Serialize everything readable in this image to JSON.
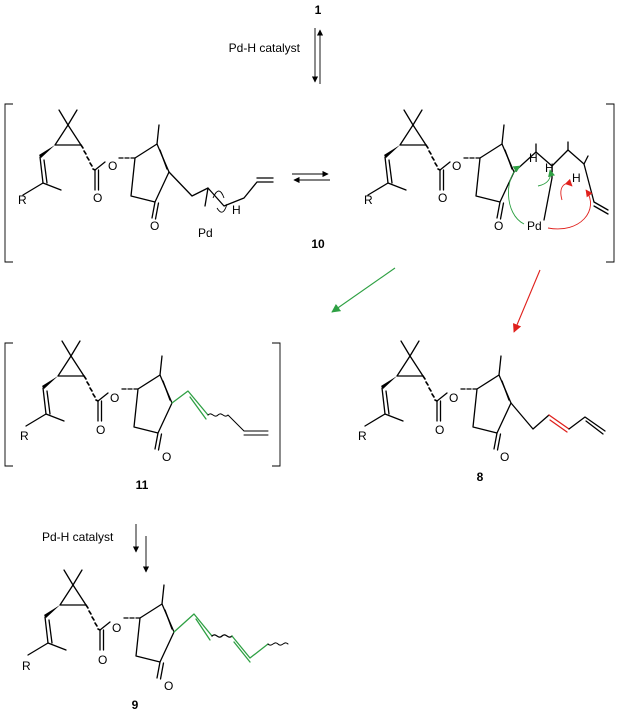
{
  "labels": {
    "top_compound": "1",
    "condition_1": "Pd-H catalyst",
    "intermediate": "10",
    "bracketed_product": "11",
    "red_product": "8",
    "condition_2": "Pd-H catalyst",
    "final_product": "9"
  },
  "atoms": {
    "R": "R",
    "O": "O",
    "Pd": "Pd",
    "H": "H"
  },
  "colors": {
    "green_path": "#2ea043",
    "red_path": "#e0201c",
    "bonds": "#000000"
  }
}
